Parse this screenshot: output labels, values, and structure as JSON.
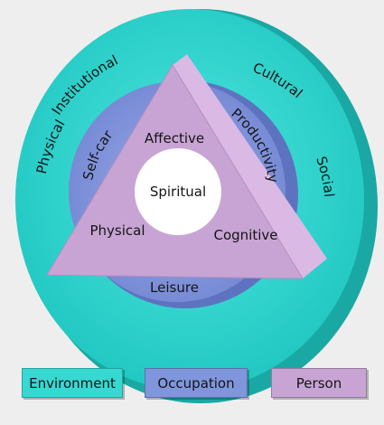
{
  "environment": {
    "labels": [
      "Physical",
      "Institutional",
      "Cultural",
      "Social"
    ],
    "color": "#36d8d2"
  },
  "occupation": {
    "labels": [
      "Self-care",
      "Productivity",
      "Leisure"
    ],
    "color": "#7f95dc"
  },
  "person": {
    "labels": [
      "Affective",
      "Physical",
      "Cognitive"
    ],
    "color": "#c8a4d4"
  },
  "center": {
    "label": "Spiritual"
  },
  "legend": {
    "items": [
      {
        "label": "Environment",
        "color": "#36d8d2"
      },
      {
        "label": "Occupation",
        "color": "#7f95dc"
      },
      {
        "label": "Person",
        "color": "#c8a4d4"
      }
    ]
  }
}
